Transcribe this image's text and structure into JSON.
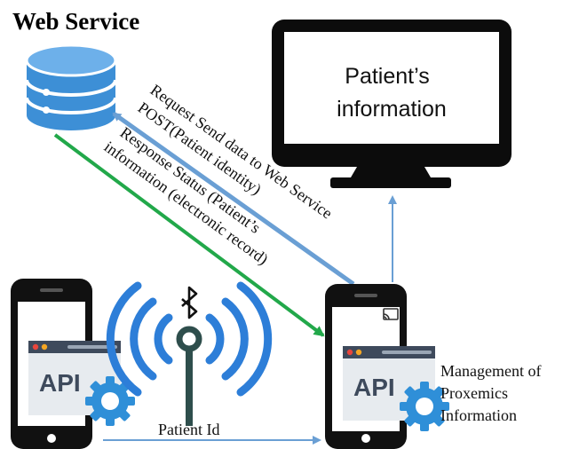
{
  "title": "Web Service",
  "monitor": {
    "text_line1": "Patient’s",
    "text_line2": "information"
  },
  "arrows": {
    "request_line1": "Request Send data to Web Service",
    "request_line2": "POST(Patient identity)",
    "response_line1": "Response Status  (Patient’s",
    "response_line2": "information (electronic record)",
    "patient_id": "Patient Id"
  },
  "phones": {
    "left_api": "API",
    "right_api": "API"
  },
  "management": {
    "line1": "Management of",
    "line2": "Proxemics",
    "line3": "Information"
  },
  "colors": {
    "blue_arrow": "#6a9fd4",
    "green_arrow": "#22a84a",
    "db_blue": "#3d8fd6",
    "gear_blue": "#2f8fd8",
    "signal_blue": "#2d7ed8",
    "antenna": "#2e4e4c"
  },
  "icons": [
    "database-icon",
    "monitor-icon",
    "smartphone-icon",
    "bluetooth-icon",
    "gear-icon",
    "antenna-icon"
  ]
}
